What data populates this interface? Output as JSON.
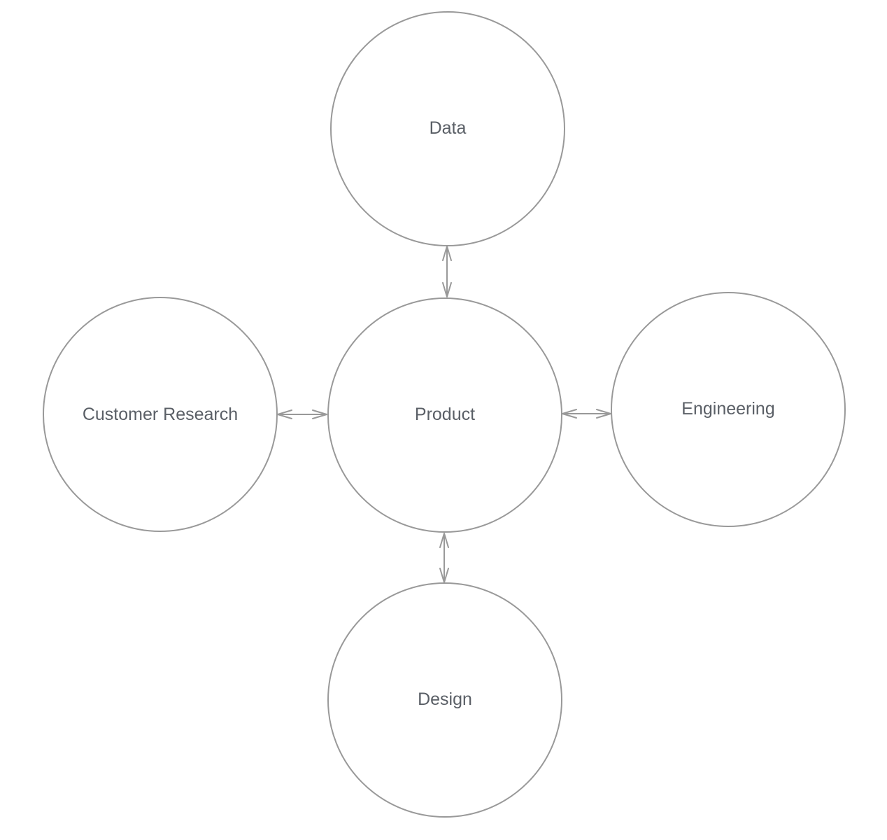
{
  "diagram": {
    "nodes": {
      "data": {
        "label": "Data"
      },
      "customer_research": {
        "label": "Customer Research"
      },
      "product": {
        "label": "Product"
      },
      "engineering": {
        "label": "Engineering"
      },
      "design": {
        "label": "Design"
      }
    },
    "edges": [
      {
        "from": "product",
        "to": "data",
        "direction": "bidirectional"
      },
      {
        "from": "product",
        "to": "customer_research",
        "direction": "bidirectional"
      },
      {
        "from": "product",
        "to": "engineering",
        "direction": "bidirectional"
      },
      {
        "from": "product",
        "to": "design",
        "direction": "bidirectional"
      }
    ],
    "colors": {
      "stroke": "#999999",
      "text": "#5a5f66",
      "background": "#ffffff"
    }
  }
}
